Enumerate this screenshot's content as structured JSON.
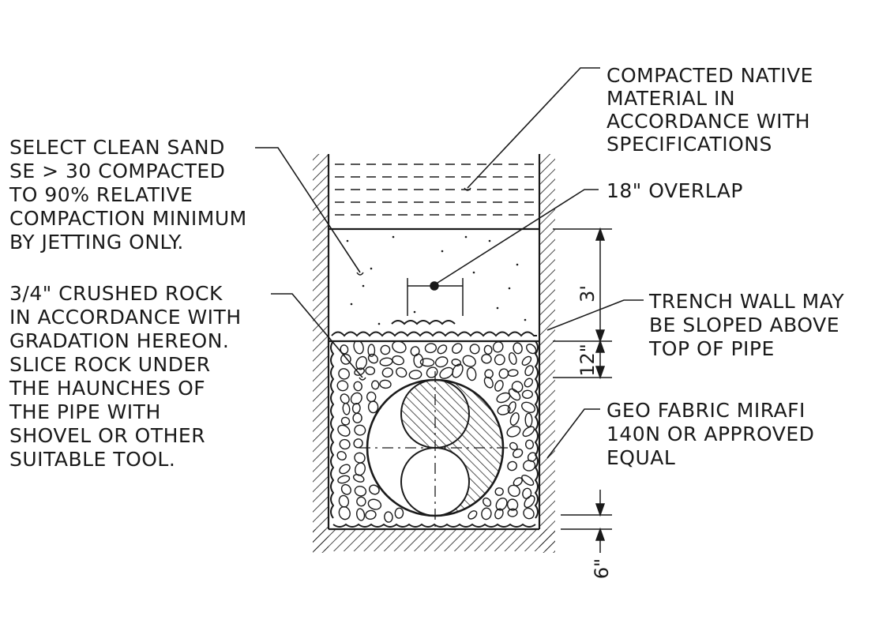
{
  "notes": {
    "native": [
      "COMPACTED NATIVE",
      "MATERIAL IN",
      "ACCORDANCE WITH",
      "SPECIFICATIONS"
    ],
    "overlap": "18\" OVERLAP",
    "sand": [
      "SELECT CLEAN SAND",
      "SE > 30 COMPACTED",
      "TO 90% RELATIVE",
      "COMPACTION MINIMUM",
      "BY JETTING ONLY."
    ],
    "rock": [
      "3/4\" CRUSHED ROCK",
      "IN ACCORDANCE WITH",
      "GRADATION HEREON.",
      "SLICE ROCK UNDER",
      "THE HAUNCHES OF",
      "THE PIPE WITH",
      "SHOVEL OR OTHER",
      "SUITABLE TOOL."
    ],
    "trench_wall": [
      "TRENCH WALL MAY",
      "BE SLOPED ABOVE",
      "TOP OF PIPE"
    ],
    "geofabric": [
      "GEO FABRIC MIRAFI",
      "140N OR APPROVED",
      "EQUAL"
    ]
  },
  "dimensions": {
    "sand_depth": "3'",
    "rock_above_pipe": "12\"",
    "bedding": "6\""
  },
  "colors": {
    "ink": "#1a1a1a",
    "paper": "#ffffff"
  }
}
